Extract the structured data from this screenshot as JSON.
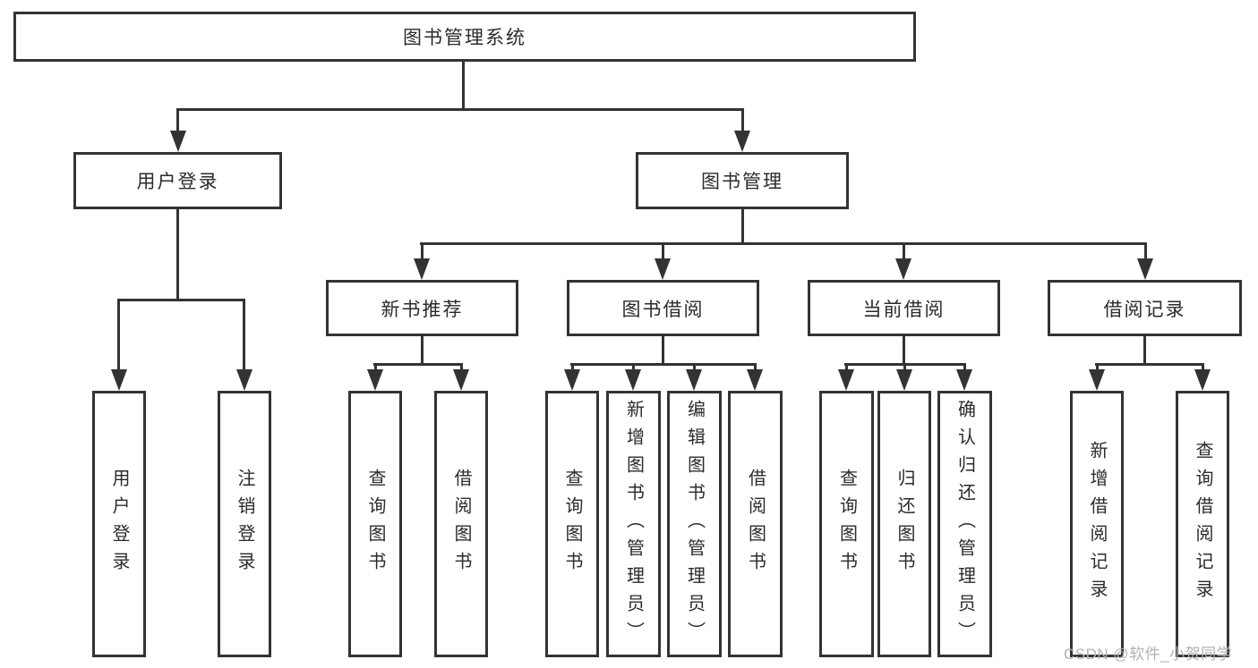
{
  "diagram": {
    "title": "图书管理系统",
    "tree": {
      "label": "图书管理系统",
      "children": [
        {
          "label": "用户登录",
          "children": [
            {
              "label": "用户登录"
            },
            {
              "label": "注销登录"
            }
          ]
        },
        {
          "label": "图书管理",
          "children": [
            {
              "label": "新书推荐",
              "children": [
                {
                  "label": "查询图书"
                },
                {
                  "label": "借阅图书"
                }
              ]
            },
            {
              "label": "图书借阅",
              "children": [
                {
                  "label": "查询图书"
                },
                {
                  "label": "新增图书（管理员）"
                },
                {
                  "label": "编辑图书（管理员）"
                },
                {
                  "label": "借阅图书"
                }
              ]
            },
            {
              "label": "当前借阅",
              "children": [
                {
                  "label": "查询图书"
                },
                {
                  "label": "归还图书"
                },
                {
                  "label": "确认归还（管理员）"
                }
              ]
            },
            {
              "label": "借阅记录",
              "children": [
                {
                  "label": "新增借阅记录"
                },
                {
                  "label": "查询借阅记录"
                }
              ]
            }
          ]
        }
      ]
    }
  },
  "watermark": {
    "text": "CSDN @软件_小贺同学"
  },
  "colors": {
    "line": "#333333",
    "box_border": "#333333",
    "text": "#2b2b2b",
    "watermark": "#b2b2b2",
    "background": "#ffffff"
  }
}
